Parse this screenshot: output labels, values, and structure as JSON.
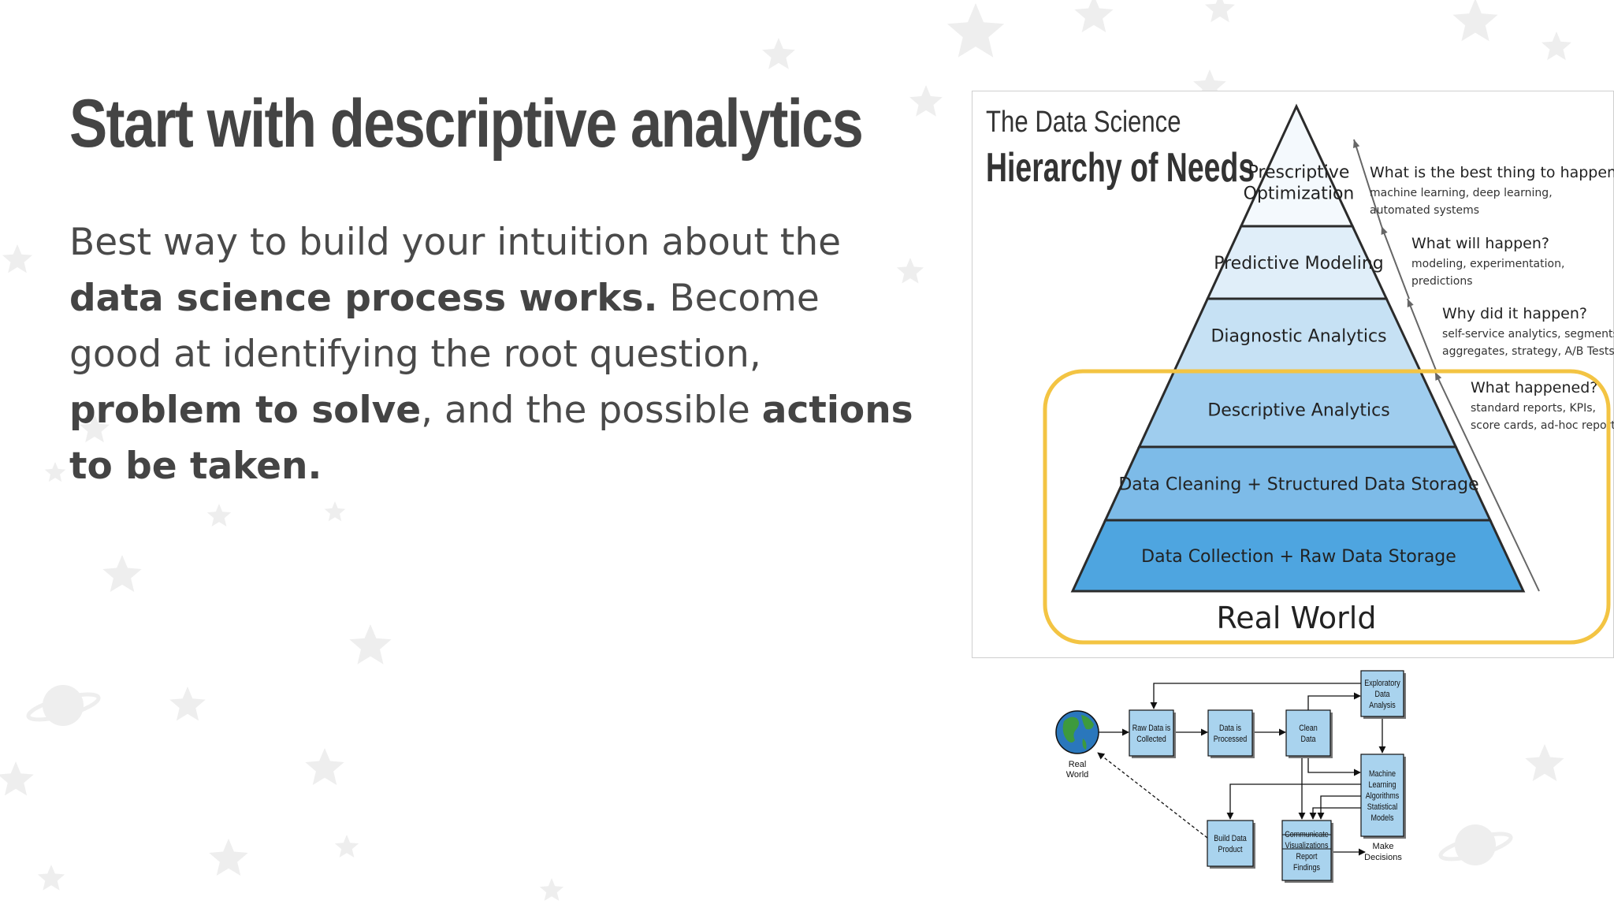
{
  "slide": {
    "title": "Start with descriptive analytics",
    "body": [
      {
        "text": "Best way to build your intuition about the ",
        "bold": false
      },
      {
        "text": "data science process works.",
        "bold": true
      },
      {
        "text": " Become good at identifying the root question, ",
        "bold": false
      },
      {
        "text": "problem to solve",
        "bold": true
      },
      {
        "text": ", and the possible ",
        "bold": false
      },
      {
        "text": "actions to be taken.",
        "bold": true
      }
    ]
  },
  "hierarchy": {
    "title_line1": "The Data Science",
    "title_line2": "Hierarchy of Needs",
    "tiers": [
      {
        "lines": [
          "Prescriptive",
          "Optimization"
        ],
        "color": "#f4f9fd"
      },
      {
        "lines": [
          "Predictive Modeling"
        ],
        "color": "#e0eef9"
      },
      {
        "lines": [
          "Diagnostic Analytics"
        ],
        "color": "#c6e1f4"
      },
      {
        "lines": [
          "Descriptive Analytics"
        ],
        "color": "#9fcdee"
      },
      {
        "lines": [
          "Data Cleaning + Structured Data Storage"
        ],
        "color": "#7dbbe8"
      },
      {
        "lines": [
          "Data Collection + Raw Data Storage"
        ],
        "color": "#4ea5e0"
      }
    ],
    "questions": [
      {
        "q": "What is the best thing to happen?",
        "sub": [
          "machine learning, deep learning,",
          "automated systems"
        ]
      },
      {
        "q": "What will happen?",
        "sub": [
          "modeling, experimentation,",
          "predictions"
        ]
      },
      {
        "q": "Why did it happen?",
        "sub": [
          "self-service analytics, segments,",
          "aggregates, strategy, A/B Tests"
        ]
      },
      {
        "q": "What happened?",
        "sub": [
          "standard reports, KPIs,",
          "score cards, ad-hoc reports"
        ]
      }
    ],
    "base_label": "Real World",
    "highlight_color": "#f3c443"
  },
  "flow": {
    "nodes": [
      {
        "id": "eda",
        "lines": [
          "Exploratory",
          "Data",
          "Analysis"
        ]
      },
      {
        "id": "raw",
        "lines": [
          "Raw Data is",
          "Collected"
        ]
      },
      {
        "id": "proc",
        "lines": [
          "Data is",
          "Processed"
        ]
      },
      {
        "id": "clean",
        "lines": [
          "Clean",
          "Data"
        ]
      },
      {
        "id": "ml",
        "lines": [
          "Machine",
          "Learning",
          "Algorithms",
          "Statistical",
          "Models"
        ]
      },
      {
        "id": "bdp",
        "lines": [
          "Build Data",
          "Product"
        ]
      },
      {
        "id": "comm",
        "lines": [
          "Communicate",
          "Visualizations",
          "Report",
          "Findings"
        ]
      }
    ],
    "world_label": [
      "Real",
      "World"
    ],
    "decisions_label": [
      "Make",
      "Decisions"
    ],
    "box_color": "#a9d3ee"
  },
  "colors": {
    "title": "#444444",
    "text": "#4a4a4a",
    "star": "#eeeeee"
  }
}
